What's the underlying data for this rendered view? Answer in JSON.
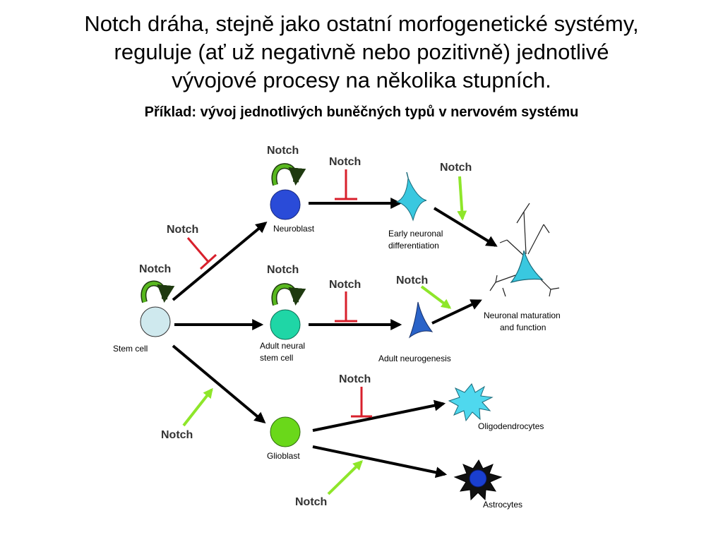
{
  "title_lines": [
    "Notch dráha, stejně jako ostatní morfogenetické systémy,",
    "reguluje (ať už negativně nebo pozitivně) jednotlivé",
    "vývojové procesy na několika stupních."
  ],
  "subtitle": "Příklad: vývoj jednotlivých buněčných typů v nervovém systému",
  "diagram": {
    "cells": {
      "stem": "Stem cell",
      "neuroblast": "Neuroblast",
      "adult_nsc_line1": "Adult neural",
      "adult_nsc_line2": "stem cell",
      "glioblast": "Glioblast",
      "early_line1": "Early neuronal",
      "early_line2": "differentiation",
      "adult_neurogenesis": "Adult neurogenesis",
      "maturation_line1": "Neuronal maturation",
      "maturation_line2": "and function",
      "oligodendrocytes": "Oligodendrocytes",
      "astrocytes": "Astrocytes"
    },
    "notch_label": "Notch",
    "colors": {
      "stem_cell": "#cfe9ee",
      "neuroblast": "#2a4bd8",
      "adult_nsc": "#1fd6a6",
      "glioblast": "#6ad81a",
      "neuron_cyan": "#39c8e0",
      "adult_neuron": "#2a63c8",
      "oligodendrocyte": "#4fd8ee",
      "astrocyte": "#1a3fd0",
      "inhibit": "#d8202c",
      "activate": "#8ee62a",
      "self_renew_arrow": "#58b81e"
    }
  }
}
